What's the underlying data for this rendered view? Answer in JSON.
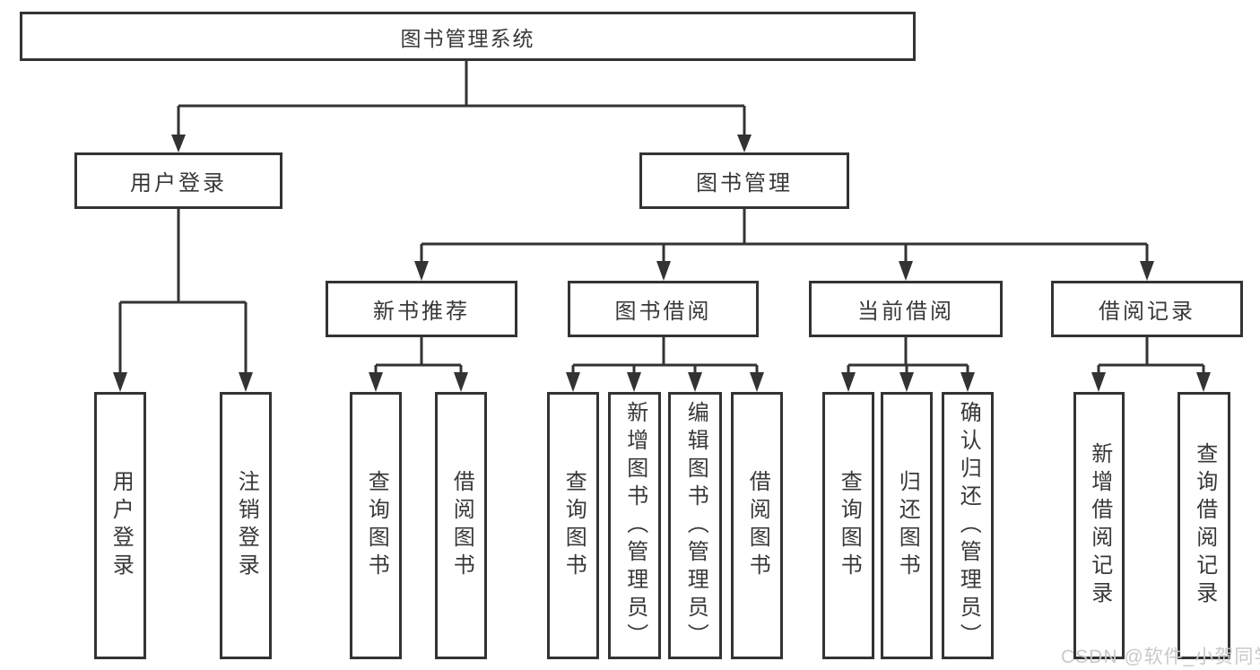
{
  "diagram": {
    "root": {
      "label": "图书管理系统"
    },
    "branches": [
      {
        "label": "用户登录",
        "children": [
          {
            "label": "用户登录"
          },
          {
            "label": "注销登录"
          }
        ]
      },
      {
        "label": "图书管理",
        "children": [
          {
            "label": "新书推荐",
            "children": [
              {
                "label": "查询图书"
              },
              {
                "label": "借阅图书"
              }
            ]
          },
          {
            "label": "图书借阅",
            "children": [
              {
                "label": "查询图书"
              },
              {
                "label": "新增图书（管理员）"
              },
              {
                "label": "编辑图书（管理员）"
              },
              {
                "label": "借阅图书"
              }
            ]
          },
          {
            "label": "当前借阅",
            "children": [
              {
                "label": "查询图书"
              },
              {
                "label": "归还图书"
              },
              {
                "label": "确认归还（管理员）"
              }
            ]
          },
          {
            "label": "借阅记录",
            "children": [
              {
                "label": "新增借阅记录"
              },
              {
                "label": "查询借阅记录"
              }
            ]
          }
        ]
      }
    ]
  },
  "watermark": "CSDN @软件_小贺同学",
  "colors": {
    "line": "#333333",
    "node_border": "#333333",
    "node_text": "#383838",
    "background": "#ffffff",
    "watermark_text": "#c9c9c9"
  }
}
